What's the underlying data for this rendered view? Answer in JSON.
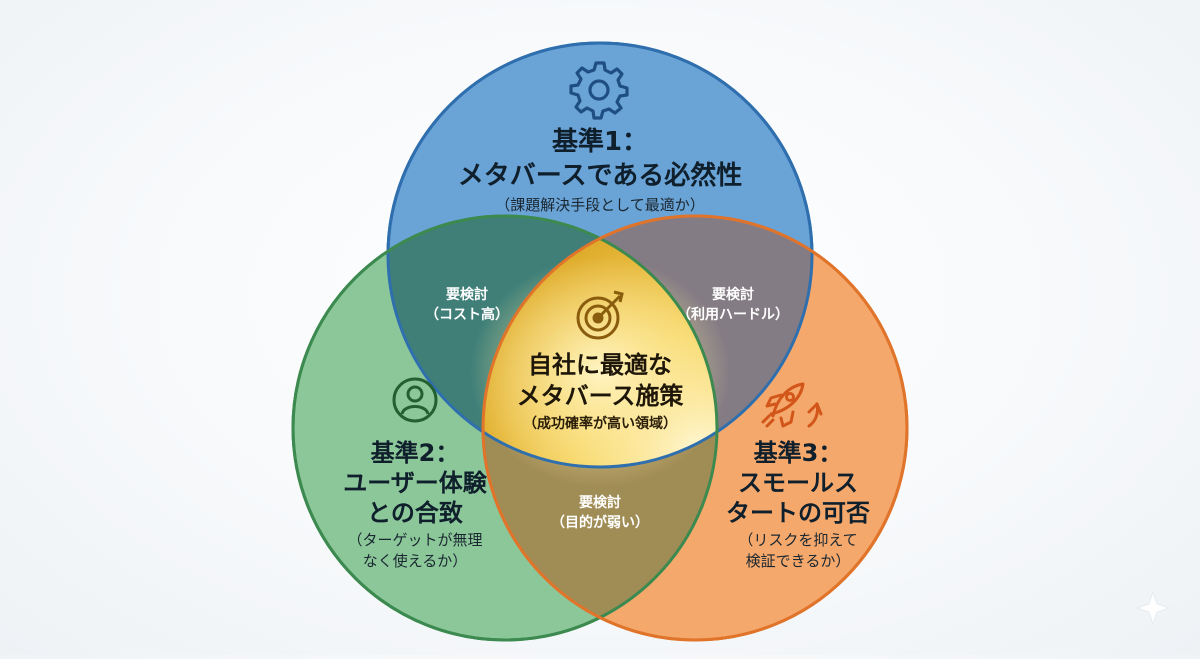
{
  "criteria": [
    {
      "id": "criterion-1",
      "title_lines": [
        "基準1：",
        "メタバースである必然性"
      ],
      "subtitle_lines": [
        "（課題解決手段として最適か）"
      ],
      "icon": "gear-icon",
      "color": "#5b9bd5"
    },
    {
      "id": "criterion-2",
      "title_lines": [
        "基準2：",
        "ユーザー体験",
        "との合致"
      ],
      "subtitle_lines": [
        "（ターゲットが無理",
        "なく使えるか）"
      ],
      "icon": "user-icon",
      "color": "#6dbb7e"
    },
    {
      "id": "criterion-3",
      "title_lines": [
        "基準3：",
        "スモールス",
        "タートの可否"
      ],
      "subtitle_lines": [
        "（リスクを抑えて",
        "検証できるか）"
      ],
      "icon": "rocket-icon",
      "color": "#f39a55"
    }
  ],
  "overlaps": {
    "criteria_1_2": {
      "label": "要検討",
      "note": "（コスト高）"
    },
    "criteria_1_3": {
      "label": "要検討",
      "note": "（利用ハードル）"
    },
    "criteria_2_3": {
      "label": "要検討",
      "note": "（目的が弱い）"
    }
  },
  "center": {
    "title_lines": [
      "自社に最適な",
      "メタバース施策"
    ],
    "subtitle": "（成功確率が高い領域）",
    "icon": "target-icon",
    "color": "#f2c33b"
  }
}
